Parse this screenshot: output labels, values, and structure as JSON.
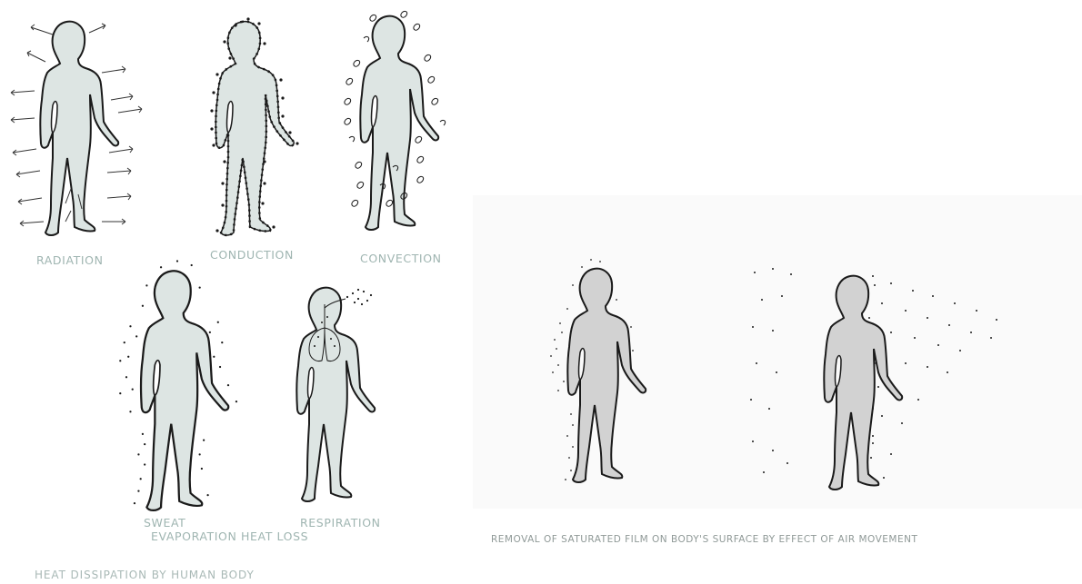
{
  "colors": {
    "figure_fill_left": "#dde5e3",
    "figure_fill_right": "#d2d2d2",
    "outline": "#1a1a1a",
    "label": "#9fb5b1"
  },
  "left_panel": {
    "figures": [
      {
        "label": "RADIATION",
        "effect": "arrows-icon"
      },
      {
        "label": "CONDUCTION",
        "effect": "dots-icon"
      },
      {
        "label": "CONVECTION",
        "effect": "swirls-icon"
      },
      {
        "label": "SWEAT",
        "effect": "stipple-icon"
      },
      {
        "label": "RESPIRATION",
        "effect": "lungs-icon"
      }
    ],
    "group_label": "EVAPORATION HEAT LOSS",
    "caption": "HEAT DISSIPATION BY HUMAN BODY"
  },
  "right_panel": {
    "caption": "REMOVAL OF SATURATED FILM ON BODY'S SURFACE BY EFFECT OF AIR MOVEMENT"
  }
}
